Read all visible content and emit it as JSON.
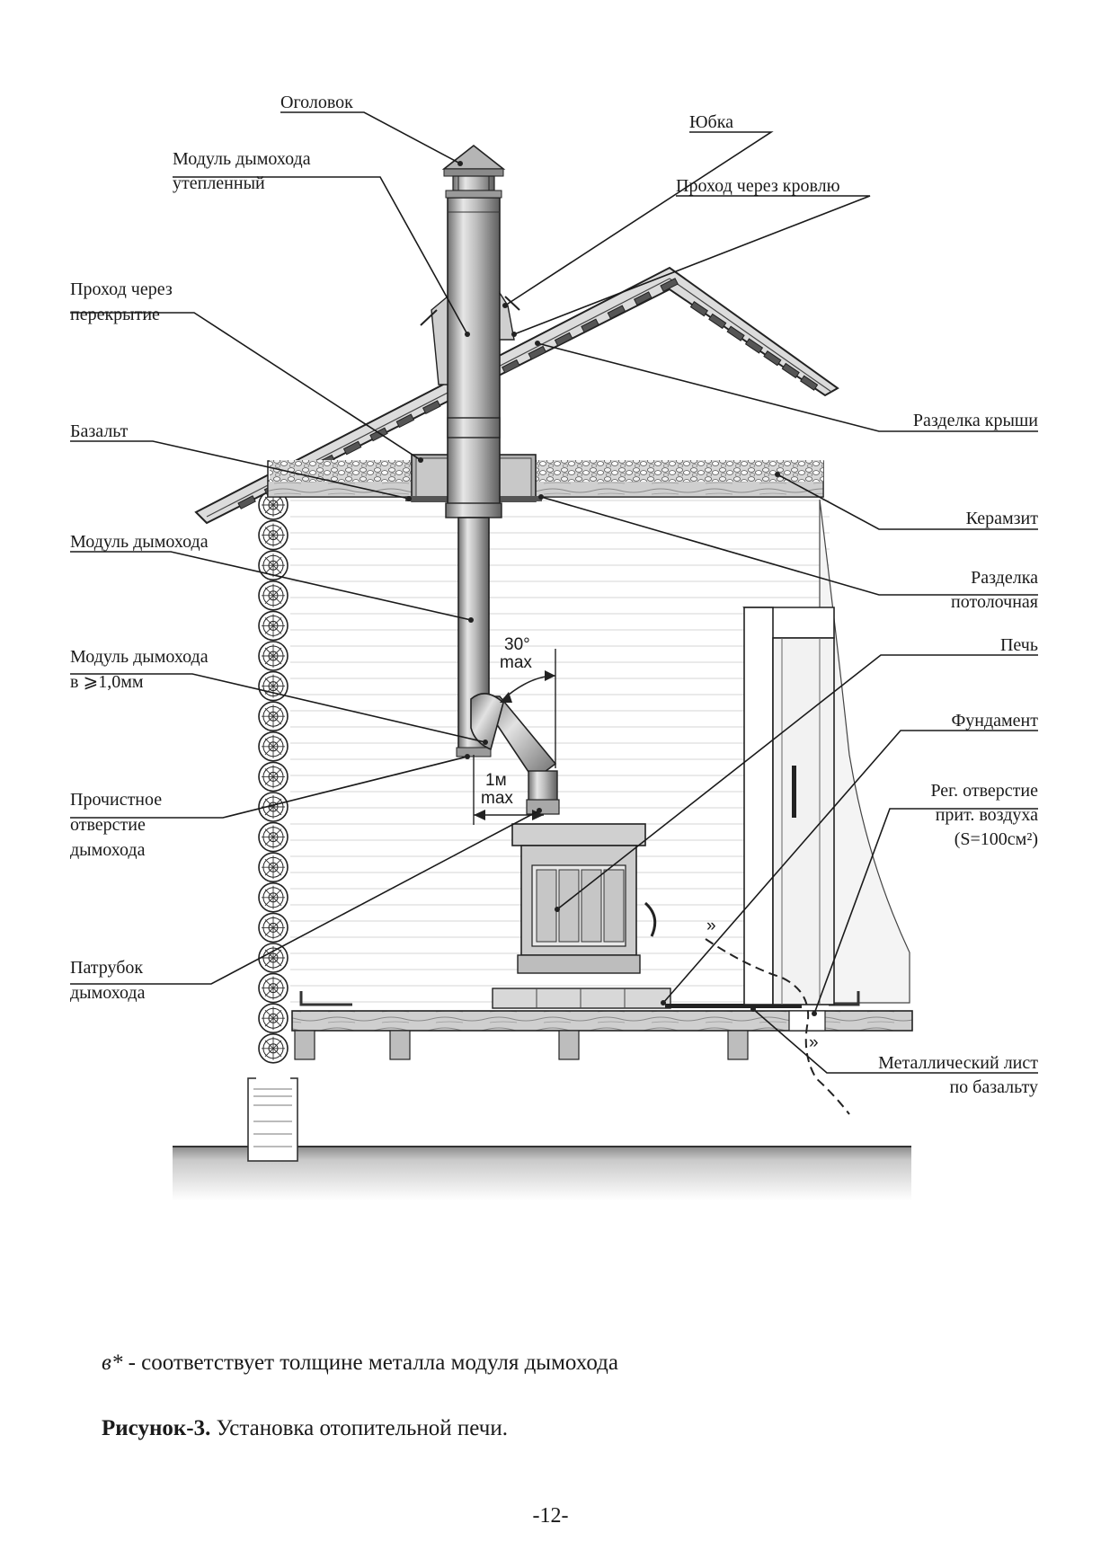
{
  "labels": {
    "cap": "Оголовок",
    "skirt": "Юбка",
    "roof_pass": "Проход через кровлю",
    "insulated_1": "Модуль дымохода",
    "insulated_2": "утепленный",
    "ceiling_pass_1": "Проход через",
    "ceiling_pass_2": "перекрытие",
    "roof_cut": "Разделка крыши",
    "basalt": "Базальт",
    "clay": "Керамзит",
    "module": "Модуль дымохода",
    "ceiling_cut_1": "Разделка",
    "ceiling_cut_2": "потолочная",
    "module_thick_1": "Модуль дымохода",
    "module_thick_2": "в ⩾1,0мм",
    "stove": "Печь",
    "foundation": "Фундамент",
    "cleanout_1": "Прочистное",
    "cleanout_2": "отверстие",
    "cleanout_3": "дымохода",
    "vent_1": "Рег. отверстие",
    "vent_2": "прит. воздуха",
    "vent_3": "(S=100см²)",
    "nozzle_1": "Патрубок",
    "nozzle_2": "дымохода",
    "metal_sheet_1": "Металлический лист",
    "metal_sheet_2": "по базальту",
    "angle_value": "30°",
    "angle_max": "max",
    "length_value": "1м",
    "length_max": "max"
  },
  "footnote": {
    "symbol": "в*",
    "text": " - соответствует толщине металла модуля дымохода"
  },
  "caption": {
    "bold": "Рисунок-3.",
    "text": " Установка отопительной печи."
  },
  "page_number": "-12-"
}
